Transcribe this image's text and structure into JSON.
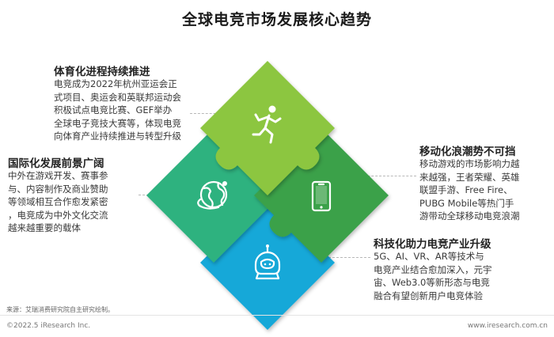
{
  "title": "全球电竞市场发展核心趋势",
  "trends": [
    {
      "heading": "体育化进程持续推进",
      "lines": [
        "电竞成为2022年杭州亚运会正",
        "式项目、奥运会和英联邦运动会",
        "积极试点电竞比赛、GEF举办",
        "全球电子竞技大赛等，体现电竞",
        "向体育产业持续推进与转型升级"
      ],
      "icon": "running-person-icon",
      "color": "#8cc63f"
    },
    {
      "heading": "国际化发展前景广阔",
      "lines": [
        "中外在游戏开发、赛事参",
        "与、内容制作及商业赞助",
        "等领域相互合作愈发紧密",
        "，电竞成为中外文化交流",
        "越来越重要的载体"
      ],
      "icon": "globe-icon",
      "color": "#2db27f"
    },
    {
      "heading": "移动化浪潮势不可挡",
      "lines": [
        "移动游戏的市场影响力越",
        "来越强，王者荣耀、英雄",
        "联盟手游、Free Fire、",
        "PUBG Mobile等热门手",
        "游带动全球移动电竞浪潮"
      ],
      "icon": "smartphone-icon",
      "color": "#3aa14a"
    },
    {
      "heading": "科技化助力电竞产业升级",
      "lines": [
        "5G、AI、VR、AR等技术与",
        "电竞产业结合愈加深入，元宇",
        "宙、Web3.0等新形态与电竞",
        "融合有望创新用户电竞体验"
      ],
      "icon": "astronaut-helmet-icon",
      "color": "#19a8d8"
    }
  ],
  "footer": {
    "source": "来源：艾瑞消费研究院自主研究绘制。",
    "copyright": "©2022.5 iResearch Inc.",
    "website": "www.iresearch.com.cn"
  }
}
